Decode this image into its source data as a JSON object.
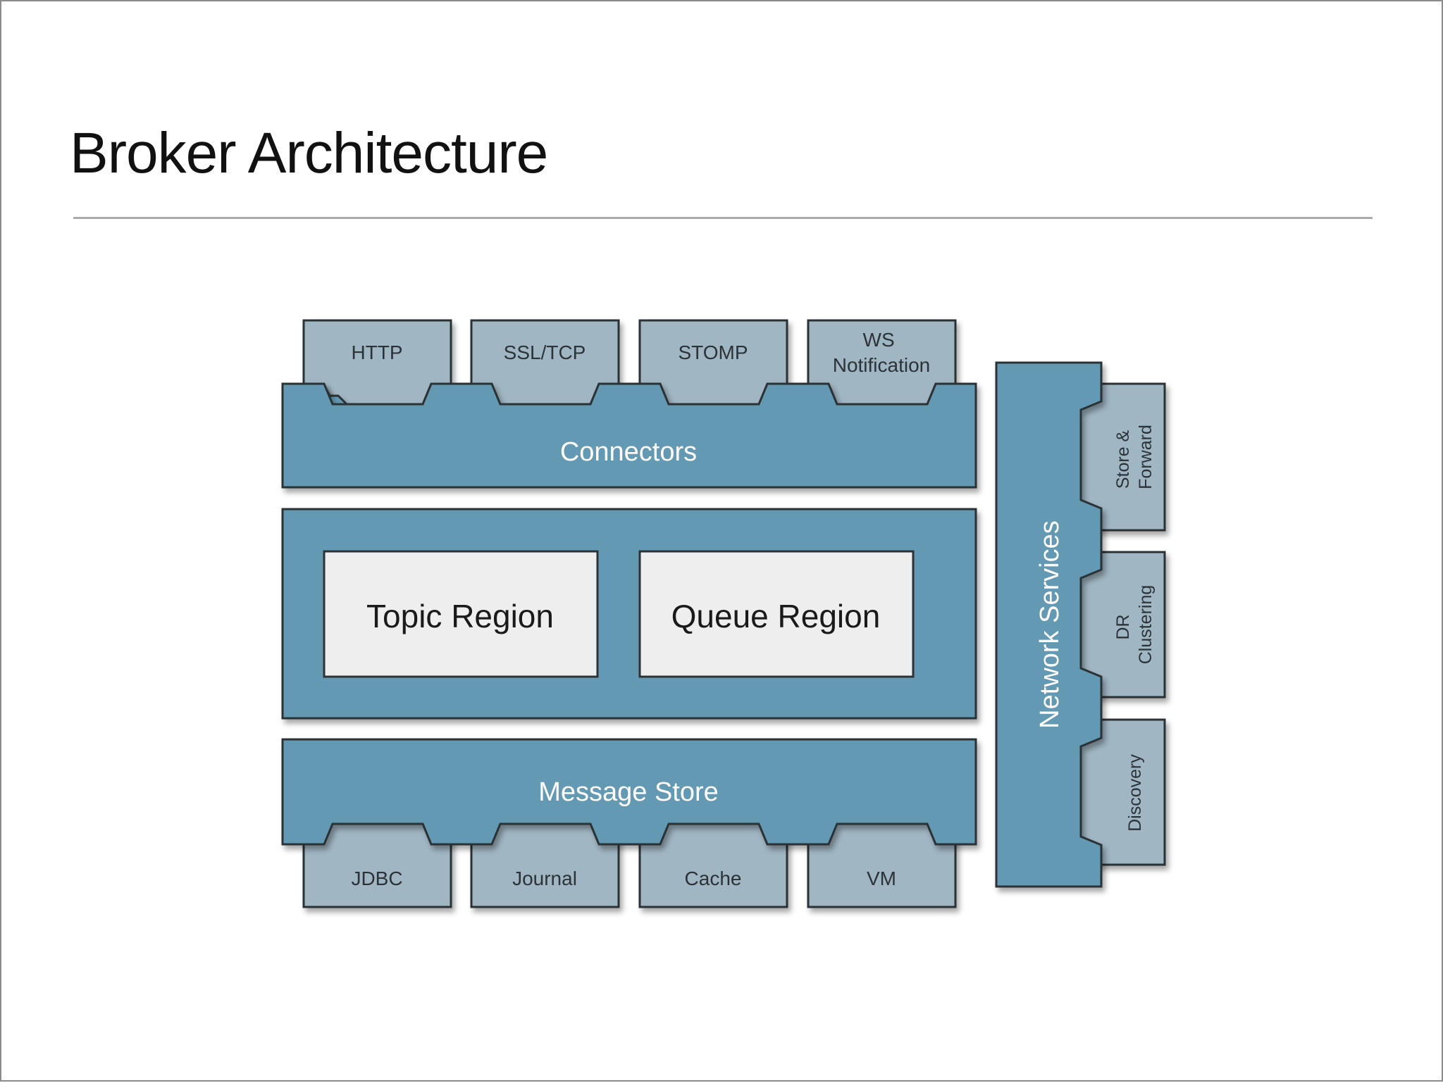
{
  "slide": {
    "title": "Broker Architecture"
  },
  "diagram": {
    "connectors": {
      "label": "Connectors",
      "tabs": [
        "HTTP",
        "SSL/TCP",
        "STOMP",
        "WS Notification"
      ]
    },
    "core": {
      "regions": [
        "Topic Region",
        "Queue Region"
      ]
    },
    "message_store": {
      "label": "Message Store",
      "tabs": [
        "JDBC",
        "Journal",
        "Cache",
        "VM"
      ]
    },
    "network_services": {
      "label": "Network Services",
      "tabs": [
        "Store & Forward",
        "DR Clustering",
        "Discovery"
      ]
    }
  },
  "colors": {
    "bar": "#6399b3",
    "tab": "#a0b6c3",
    "region": "#eeeeee",
    "outline": "#2c3236"
  }
}
